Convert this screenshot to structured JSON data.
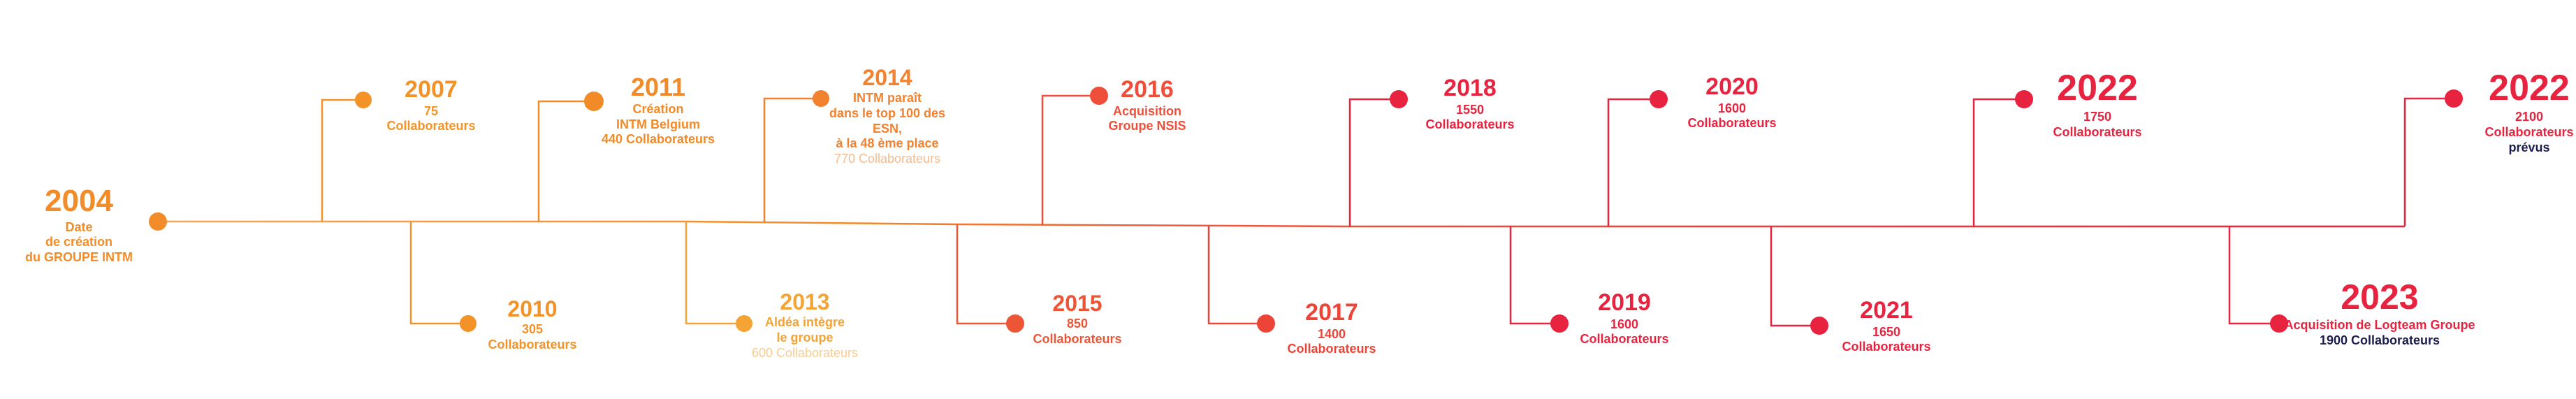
{
  "events": [
    {
      "year": "2004",
      "lines": [
        {
          "text": "Date"
        },
        {
          "text": "de création"
        },
        {
          "text": "du GROUPE INTM"
        }
      ]
    },
    {
      "year": "2007",
      "lines": [
        {
          "text": "75"
        },
        {
          "text": "Collaborateurs"
        }
      ]
    },
    {
      "year": "2010",
      "lines": [
        {
          "text": "305"
        },
        {
          "text": "Collaborateurs"
        }
      ]
    },
    {
      "year": "2011",
      "lines": [
        {
          "text": "Création"
        },
        {
          "text": "INTM Belgium"
        },
        {
          "text": "440 Collaborateurs"
        }
      ]
    },
    {
      "year": "2013",
      "lines": [
        {
          "text": "Aldéa intègre"
        },
        {
          "text": "le groupe"
        },
        {
          "text": "600 Collaborateurs",
          "light": true
        }
      ]
    },
    {
      "year": "2014",
      "lines": [
        {
          "text": "INTM paraît"
        },
        {
          "text": "dans le top 100 des"
        },
        {
          "text": "ESN,"
        },
        {
          "text": "à la 48 ème place"
        },
        {
          "text": "770 Collaborateurs",
          "light": true
        }
      ]
    },
    {
      "year": "2015",
      "lines": [
        {
          "text": "850"
        },
        {
          "text": "Collaborateurs"
        }
      ]
    },
    {
      "year": "2016",
      "lines": [
        {
          "text": "Acquisition"
        },
        {
          "text": "Groupe NSIS"
        }
      ]
    },
    {
      "year": "2017",
      "lines": [
        {
          "text": "1400"
        },
        {
          "text": "Collaborateurs"
        }
      ]
    },
    {
      "year": "2018",
      "lines": [
        {
          "text": "1550"
        },
        {
          "text": "Collaborateurs"
        }
      ]
    },
    {
      "year": "2019",
      "lines": [
        {
          "text": "1600"
        },
        {
          "text": "Collaborateurs"
        }
      ]
    },
    {
      "year": "2020",
      "lines": [
        {
          "text": "1600"
        },
        {
          "text": "Collaborateurs"
        }
      ]
    },
    {
      "year": "2021",
      "lines": [
        {
          "text": "1650"
        },
        {
          "text": "Collaborateurs"
        }
      ]
    },
    {
      "year": "2022",
      "lines": [
        {
          "text": "1750"
        },
        {
          "text": "Collaborateurs"
        }
      ]
    },
    {
      "year": "2023",
      "lines": [
        {
          "text": "Acquisition de Logteam Groupe"
        },
        {
          "text": "1900 Collaborateurs",
          "dark": true
        }
      ]
    },
    {
      "year": "2022",
      "lines": [
        {
          "text": "2100"
        },
        {
          "text": "Collaborateurs"
        },
        {
          "text": "prévus",
          "dark": true
        }
      ]
    }
  ]
}
